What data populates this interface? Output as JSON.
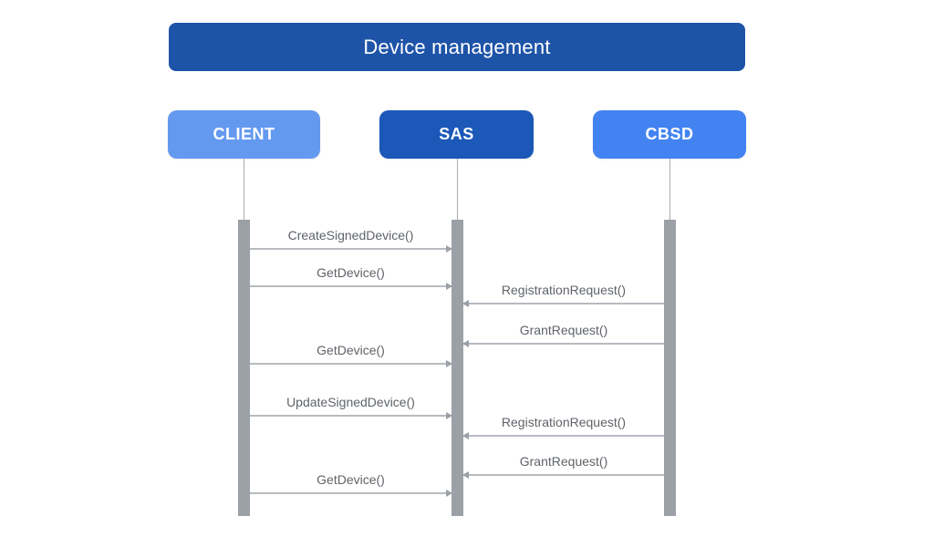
{
  "header": {
    "title": "Device management",
    "bg_color": "#1E54A8"
  },
  "actors": [
    {
      "label": "CLIENT",
      "bg_color": "#6499F0"
    },
    {
      "label": "SAS",
      "bg_color": "#1B58B8"
    },
    {
      "label": "CBSD",
      "bg_color": "#4283F1"
    }
  ],
  "messages": [
    {
      "label": "CreateSignedDevice()",
      "from": "CLIENT",
      "to": "SAS"
    },
    {
      "label": "GetDevice()",
      "from": "CLIENT",
      "to": "SAS"
    },
    {
      "label": "RegistrationRequest()",
      "from": "CBSD",
      "to": "SAS"
    },
    {
      "label": "GrantRequest()",
      "from": "CBSD",
      "to": "SAS"
    },
    {
      "label": "GetDevice()",
      "from": "CLIENT",
      "to": "SAS"
    },
    {
      "label": "UpdateSignedDevice()",
      "from": "CLIENT",
      "to": "SAS"
    },
    {
      "label": "RegistrationRequest()",
      "from": "CBSD",
      "to": "SAS"
    },
    {
      "label": "GrantRequest()",
      "from": "CBSD",
      "to": "SAS"
    },
    {
      "label": "GetDevice()",
      "from": "CLIENT",
      "to": "SAS"
    }
  ],
  "palette": {
    "activation_bar": "#9CA1A8",
    "lifeline": "#A9AEB4",
    "arrow_line": "#B7BBC0",
    "arrow_head": "#9AA0A6",
    "message_text": "#5F6368",
    "text_on_blue": "#FFFFFF"
  }
}
